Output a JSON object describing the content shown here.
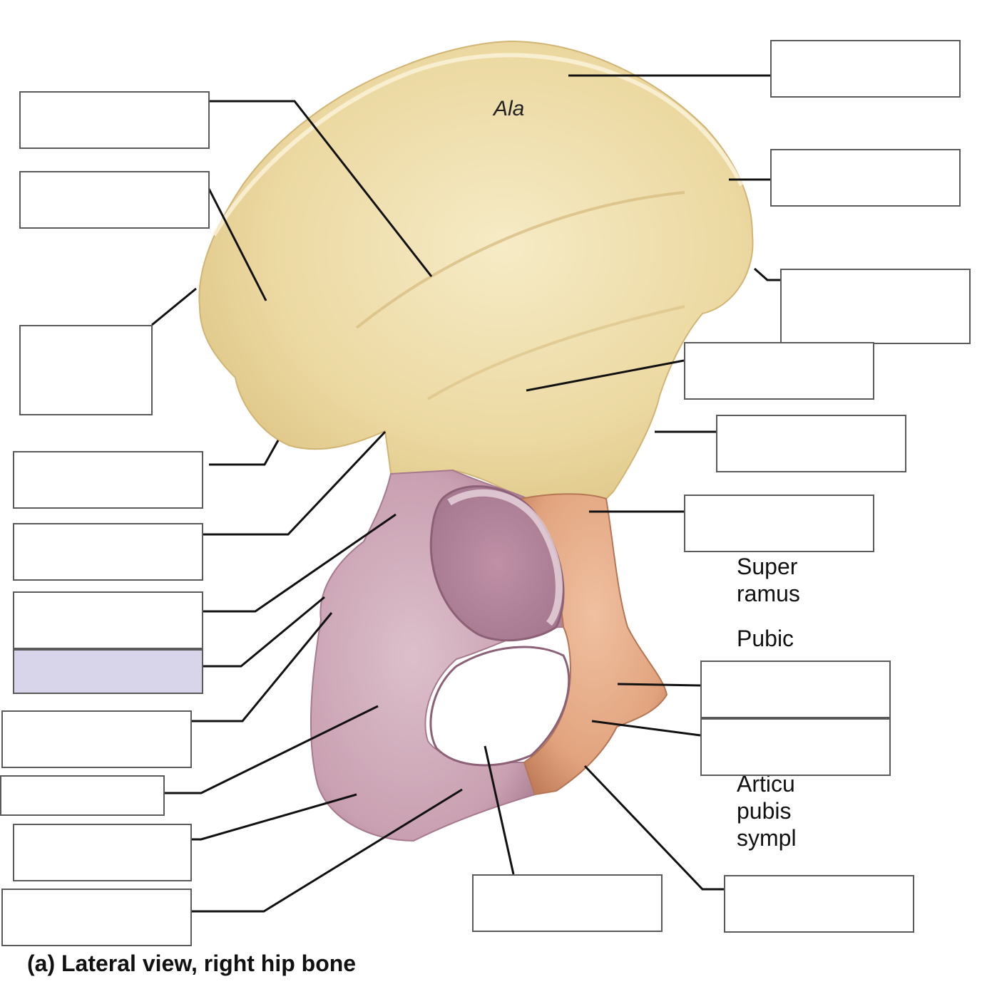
{
  "caption": "(a) Lateral view, right hip bone",
  "ala_label": "Ala",
  "partial_labels": {
    "superior_line1": "Super",
    "superior_line2": "ramus",
    "pubic": "Pubic",
    "articular_line1": "Articu",
    "articular_line2": "pubis",
    "articular_line3": "sympl"
  },
  "colors": {
    "ilium": "#ecd9a2",
    "ischium": "#cfa8b8",
    "pubis": "#e2a47f",
    "leader_line": "#111111",
    "box_border": "#5a5a5a",
    "highlight_box": "#d8d4ea"
  }
}
